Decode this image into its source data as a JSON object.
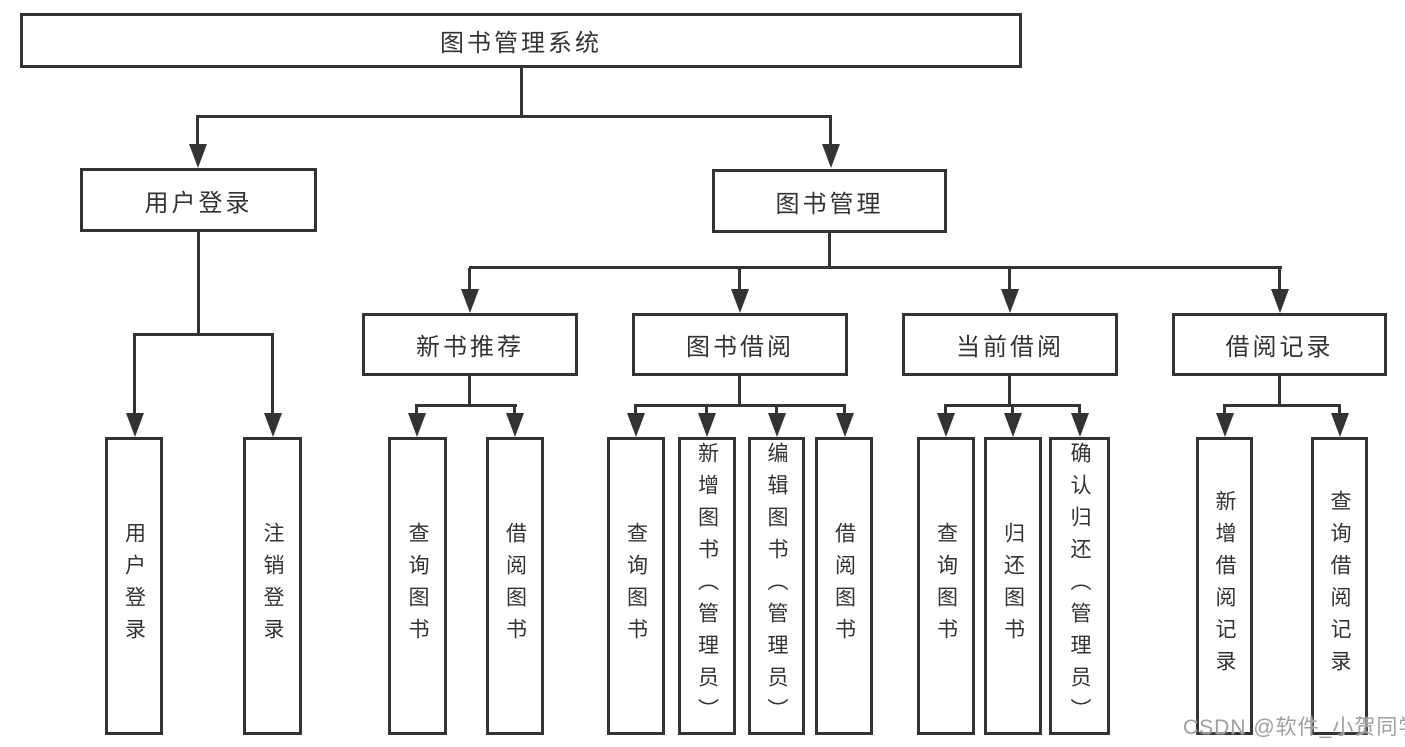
{
  "diagram": {
    "title": "图书管理系统",
    "branches": [
      {
        "label": "用户登录",
        "leaves": [
          "用户登录",
          "注销登录"
        ]
      },
      {
        "label": "图书管理",
        "groups": [
          {
            "label": "新书推荐",
            "leaves": [
              "查询图书",
              "借阅图书"
            ]
          },
          {
            "label": "图书借阅",
            "leaves": [
              "查询图书",
              "新增图书（管理员）",
              "编辑图书（管理员）",
              "借阅图书"
            ]
          },
          {
            "label": "当前借阅",
            "leaves": [
              "查询图书",
              "归还图书",
              "确认归还（管理员）"
            ]
          },
          {
            "label": "借阅记录",
            "leaves": [
              "新增借阅记录",
              "查询借阅记录"
            ]
          }
        ]
      }
    ]
  },
  "watermark": {
    "text": "CSDN @软件_小贺同学"
  },
  "colors": {
    "line": "#333333",
    "text": "#333333",
    "background": "#ffffff",
    "watermark": "#9f9f9f"
  }
}
